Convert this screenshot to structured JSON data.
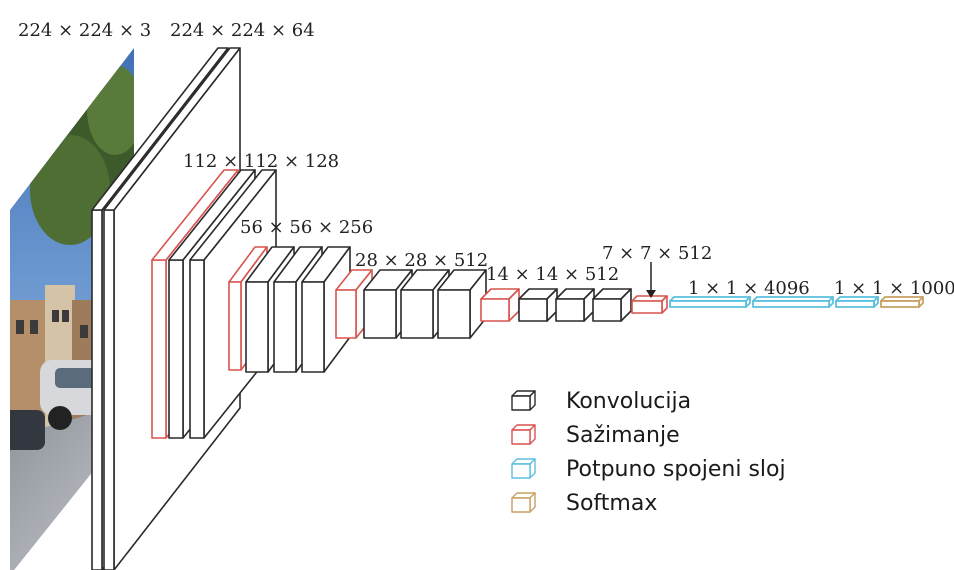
{
  "dimensions": {
    "input": "224 × 224 × 3",
    "conv1": "224 × 224 × 64",
    "conv2": "112 × 112 × 128",
    "conv3": "56 × 56 × 256",
    "conv4": "28 × 28 × 512",
    "conv5": "14 × 14 × 512",
    "pool5": "7 × 7 × 512",
    "fc1": "1 × 1 × 4096",
    "fc3": "1 × 1 × 1000"
  },
  "legend": [
    {
      "label": "Konvolucija",
      "color": "#2a2a2a"
    },
    {
      "label": "Sažimanje",
      "color": "#d9534f"
    },
    {
      "label": "Potpuno spojeni sloj",
      "color": "#5bc0de"
    },
    {
      "label": "Softmax",
      "color": "#c8a062"
    }
  ],
  "colors": {
    "convolution": "#2a2a2a",
    "pooling": "#d9534f",
    "fully_connected": "#5bc0de",
    "softmax": "#c8a062"
  }
}
